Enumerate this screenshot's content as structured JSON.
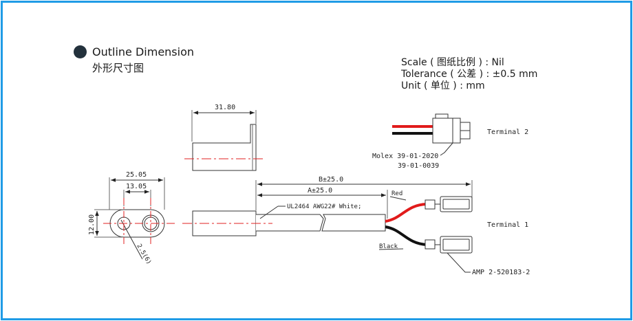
{
  "header": {
    "title": "Outline Dimension",
    "subtitle": "外形尺寸图"
  },
  "specs": [
    "Scale ( 图纸比例 ) : Nil",
    "Tolerance ( 公差 ) : ±0.5 mm",
    "Unit ( 单位 ) : mm"
  ],
  "dimensions": {
    "top_length": "31.80",
    "outer_width": "25.05",
    "inner_width": "13.05",
    "height": "12.00",
    "hole": "2.5(6)",
    "length_a": "A±25.0",
    "length_b": "B±25.0"
  },
  "labels": {
    "cable": "UL2464 AWG22#  White;",
    "red": "Red",
    "black": "Black",
    "terminal1": "Terminal 1",
    "terminal2": "Terminal 2",
    "molex1": "Molex 39-01-2020",
    "molex2": "39-01-0039",
    "amp": "AMP 2-520183-2"
  },
  "colors": {
    "frame": "#1f9be6",
    "center_line": "#e02020",
    "red_wire": "#e11b1b",
    "black_wire": "#111111"
  }
}
